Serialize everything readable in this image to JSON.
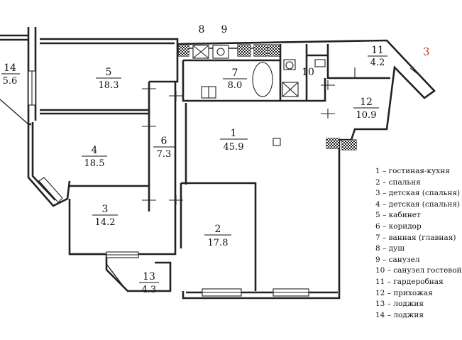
{
  "rooms": [
    {
      "num": "1",
      "area": "45.9"
    },
    {
      "num": "2",
      "area": "17.8"
    },
    {
      "num": "3",
      "area": "14.2"
    },
    {
      "num": "4",
      "area": "18.5"
    },
    {
      "num": "5",
      "area": "18.3"
    },
    {
      "num": "6",
      "area": "7.3"
    },
    {
      "num": "7",
      "area": "8.0"
    },
    {
      "num": "8",
      "area": ""
    },
    {
      "num": "9",
      "area": ""
    },
    {
      "num": "10",
      "area": ""
    },
    {
      "num": "11",
      "area": "4.2"
    },
    {
      "num": "12",
      "area": "10.9"
    },
    {
      "num": "13",
      "area": "4.3"
    },
    {
      "num": "14",
      "area": "5.6"
    }
  ],
  "callout": "3",
  "legend": [
    "1 – гостиная-кухня",
    "2 – спальня",
    "3 – детская (спальня)",
    "4 – детская (спальня)",
    "5 – кабинет",
    "6 – коридор",
    "7 – ванная (главная)",
    "8 – душ",
    "9 – санузел",
    "10 – санузел гостевой",
    "11 – гардеробная",
    "12 – прихожая",
    "13 – лоджия",
    "14 – лоджия"
  ],
  "colors": {
    "wall": "#222222",
    "callout": "#c0392b",
    "background": "#ffffff"
  }
}
